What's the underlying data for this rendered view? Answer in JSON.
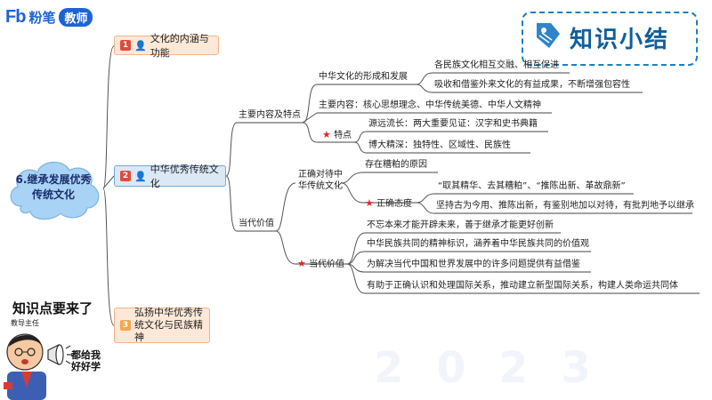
{
  "header": {
    "logo_text": "粉笔",
    "logo_tag": "教师",
    "badge_title": "知识小结"
  },
  "colors": {
    "accent_blue": "#1d63d6",
    "badge_blue": "#0f5f9c",
    "star_red": "#e3262b",
    "section_peach": "#fde8d7",
    "section_blue": "#dbe9f7"
  },
  "mindmap": {
    "root": "6.继承发展优秀传统文化",
    "sections": [
      {
        "num": "1",
        "label": "文化的内涵与功能"
      },
      {
        "num": "2",
        "label": "中华优秀传统文化"
      },
      {
        "num": "3",
        "label": "弘扬中华优秀传统文化与民族精神"
      }
    ],
    "main_content": {
      "label": "主要内容及特点",
      "formation": {
        "label": "中华文化的形成和发展",
        "items": [
          "各民族文化相互交融、相互促进",
          "吸收和借鉴外来文化的有益成果，不断增强包容性"
        ]
      },
      "core": "主要内容：核心思想理念、中华传统美德、中华人文精神",
      "features": {
        "label": "特点",
        "items": [
          "源远流长：两大重要见证：汉字和史书典籍",
          "博大精深：独特性、区域性、民族性"
        ]
      }
    },
    "contemporary": {
      "label": "当代价值",
      "correct_treat": {
        "label": "正确对待中华传统文化",
        "dross": "存在糟粕的原因",
        "attitude": {
          "label": "正确态度",
          "items": [
            "“取其精华、去其糟粕”、“推陈出新、革故鼎新”",
            "坚持古为今用、推陈出新，有鉴别地加以对待，有批判地予以继承"
          ]
        }
      },
      "value": {
        "label": "当代价值",
        "items": [
          "不忘本来才能开辟未来，善于继承才能更好创新",
          "中华民族共同的精神标识，涵养着中华民族共同的价值观",
          "为解决当代中国和世界发展中的许多问题提供有益借鉴",
          "有助于正确认识和处理国际关系，推动建立新型国际关系，构建人类命运共同体"
        ]
      }
    }
  },
  "character": {
    "prompt": "知识点要来了",
    "role": "教导主任",
    "speech": "都给我好好学"
  },
  "icons": {
    "tag": "tag-icon",
    "person": "person-icon",
    "star": "star-icon",
    "megaphone": "megaphone-icon"
  }
}
